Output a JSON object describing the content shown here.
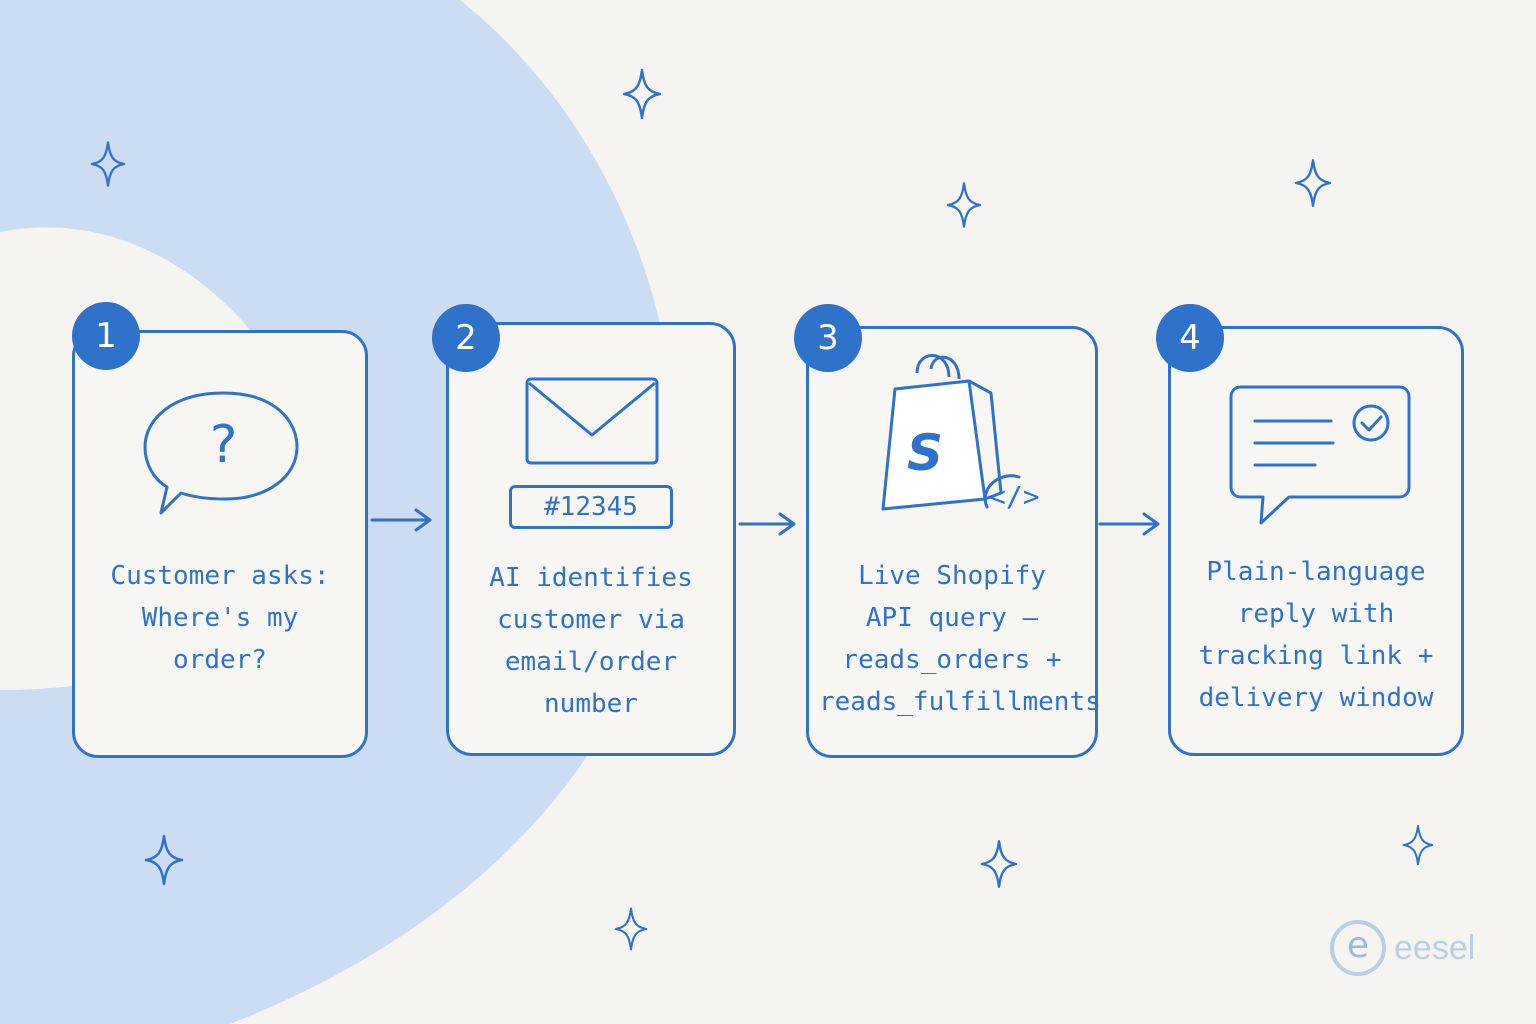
{
  "colors": {
    "accent": "#2f72c9",
    "background": "#f6f4f0",
    "blob": "#cbdcf3",
    "logo": "#b9cfe8"
  },
  "steps": [
    {
      "number": "1",
      "icon": "question-speech-bubble-icon",
      "text": "Customer asks:\nWhere's my\norder?"
    },
    {
      "number": "2",
      "icon": "envelope-order-number-icon",
      "order_number": "#12345",
      "text": "AI identifies\ncustomer via\nemail/order\nnumber"
    },
    {
      "number": "3",
      "icon": "shopify-bag-code-icon",
      "bag_letter": "S",
      "code_glyph": "</>",
      "text": "Live Shopify\nAPI query —\nreads_orders +\nreads_fulfillments"
    },
    {
      "number": "4",
      "icon": "reply-message-check-icon",
      "text": "Plain-language\nreply with\ntracking link +\ndelivery window"
    }
  ],
  "logo": {
    "letter": "e",
    "word": "eesel"
  }
}
